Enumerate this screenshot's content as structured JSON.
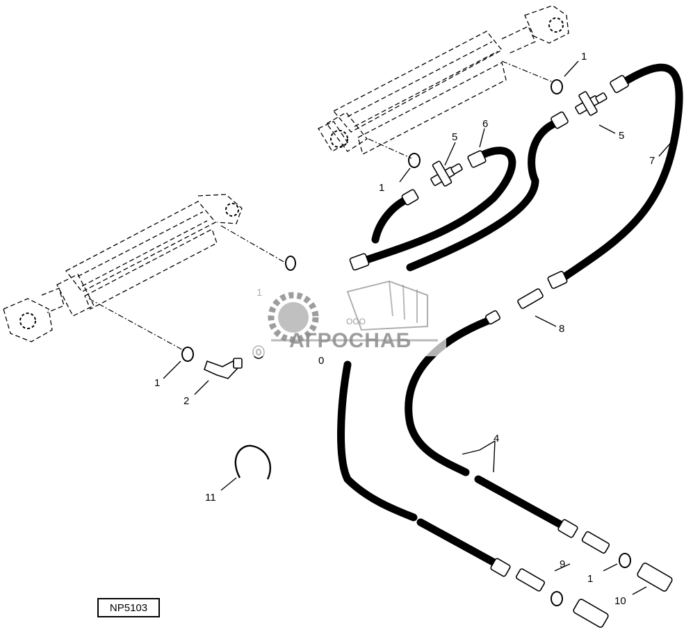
{
  "diagram": {
    "reference_code": "NP5103",
    "callouts": {
      "c1_top_right": "1",
      "c1_upper_mid": "1",
      "c1_left_bottom": "1",
      "c1_hidden": "1",
      "c1_lower_right": "1",
      "c2": "2",
      "c4": "4",
      "c5_left": "5",
      "c5_right": "5",
      "c6": "6",
      "c7": "7",
      "c8": "8",
      "c9": "9",
      "c10": "10",
      "c11": "11",
      "c_partial": "0"
    }
  },
  "watermark": {
    "brand": "АГРОСНАБ",
    "prefix": "ООО",
    "color": "#8c8c8c"
  }
}
